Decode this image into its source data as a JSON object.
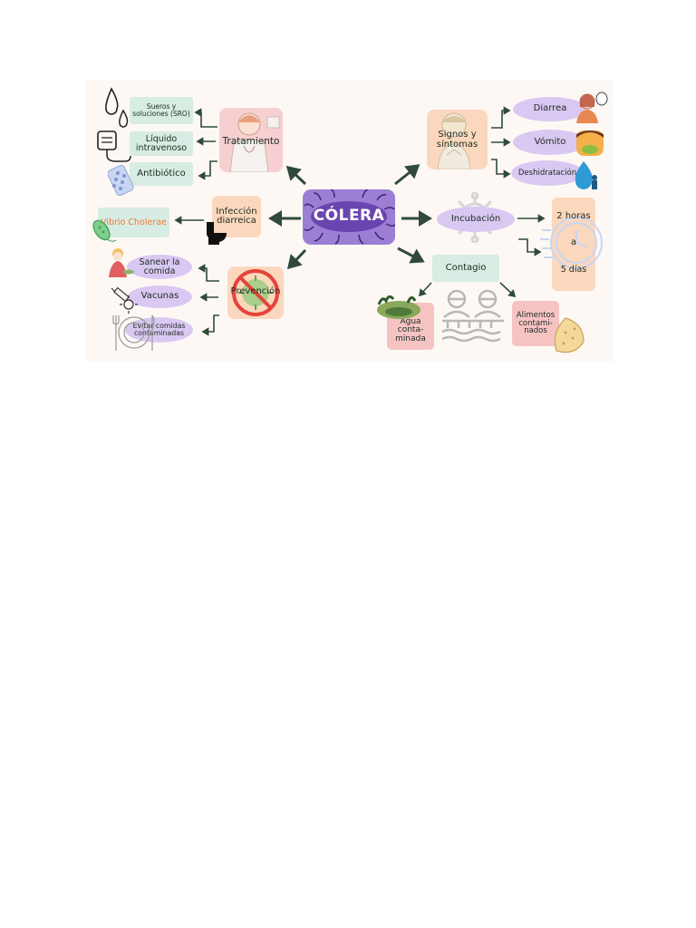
{
  "center": {
    "title": "CÓLERA"
  },
  "tratamiento": {
    "label": "Tratamiento",
    "items": [
      "Sueros y soluciones (SRO)",
      "Líquido intravenoso",
      "Antibiótico"
    ]
  },
  "infeccion": {
    "label": "Infección diarreica",
    "item": "Vibrio Cholerae"
  },
  "prevencion": {
    "label": "Prevención",
    "items": [
      "Sanear la comida",
      "Vacunas",
      "Evitar comidas contaminadas"
    ]
  },
  "signos": {
    "label": "Signos y síntomas",
    "items": [
      "Diarrea",
      "Vómito",
      "Deshidratación"
    ]
  },
  "incubacion": {
    "label": "Incubación",
    "from": "2 horas",
    "sep": "a",
    "to": "5 días"
  },
  "contagio": {
    "label": "Contagio",
    "items": [
      "Agua conta- minada",
      "Alimentos contami- nados"
    ]
  },
  "colors": {
    "center": "#9b7fd4",
    "arrow": "#2f4a3a",
    "accent": "#f07a32"
  }
}
